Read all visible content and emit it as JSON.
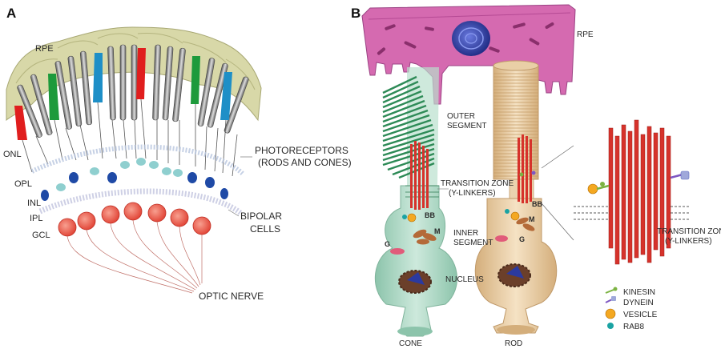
{
  "panel_a": {
    "letter": "A",
    "labels": {
      "rpe": "RPE",
      "onl": "ONL",
      "opl": "OPL",
      "inl": "INL",
      "ipl": "IPL",
      "gcl": "GCL",
      "photoreceptors_line1": "PHOTORECEPTORS",
      "photoreceptors_line2": "(RODS AND CONES)",
      "bipolar_line1": "BIPOLAR",
      "bipolar_line2": "CELLS",
      "optic_nerve": "OPTIC NERVE"
    }
  },
  "panel_b": {
    "letter": "B",
    "labels": {
      "rpe": "RPE",
      "outer_line1": "OUTER",
      "outer_line2": "SEGMENT",
      "tz_line1": "TRANSITION ZONE",
      "tz_line2": "(Y-LINKERS)",
      "bb_cone": "BB",
      "bb_rod": "BB",
      "inner_line1": "INNER",
      "inner_line2": "SEGMENT",
      "m_cone": "M",
      "m_rod": "M",
      "g_cone": "G",
      "g_rod": "G",
      "nucleus": "NUCLEUS",
      "cone": "CONE",
      "rod": "ROD",
      "tz_zoom_line1": "TRANSITION ZONE",
      "tz_zoom_line2": "(Y-LINKERS)"
    },
    "legend": [
      {
        "label": "KINESIN",
        "icon": "kinesin-icon",
        "color": "#7cb342"
      },
      {
        "label": "DYNEIN",
        "icon": "dynein-icon",
        "color": "#7e57c2"
      },
      {
        "label": "VESICLE",
        "icon": "vesicle-icon",
        "color": "#f4a821"
      },
      {
        "label": "RAB8",
        "icon": "rab8-icon",
        "color": "#1aa3a3"
      }
    ]
  },
  "colors": {
    "rpe_a": "#d8d8a8",
    "rpe_b": "#d56ab0",
    "cone_outer": "#2e8b57",
    "cone_body": "#a9d6c2",
    "rod_body": "#e6c79b",
    "cilium": "#d6322b",
    "nucleus": "#2b3aa0",
    "ganglion": "#ef6a5a",
    "bipolar": "#1f4aa6",
    "bipolar_light": "#8fcfcf"
  }
}
